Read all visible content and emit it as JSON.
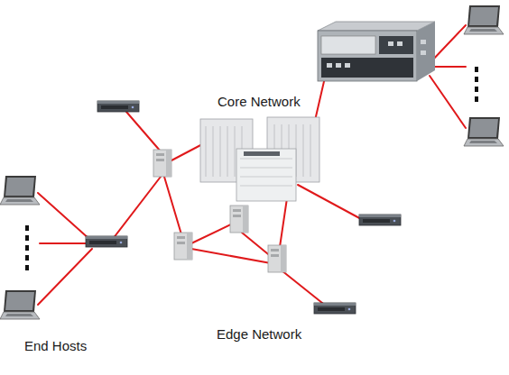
{
  "diagram": {
    "nodes": [
      {
        "text": [
          "Edge Network"
        ]
      },
      {
        "text": [
          "Core Network"
        ],
        "in": 0
      }
    ],
    "labels": [
      "End Hosts"
    ]
  }
}
